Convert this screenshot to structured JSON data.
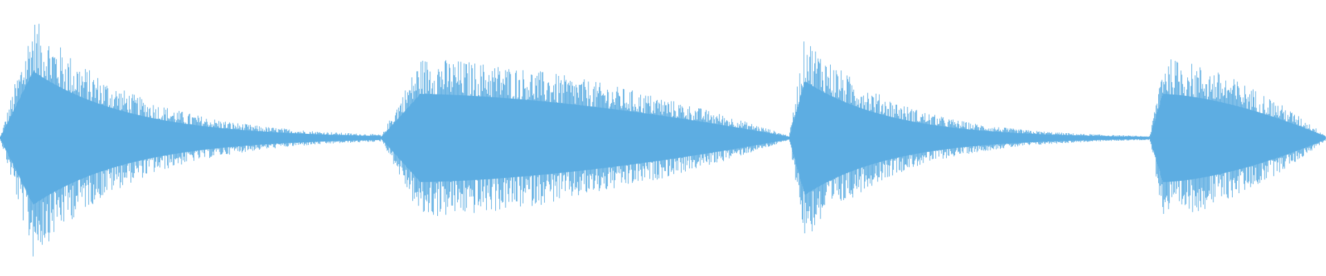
{
  "waveform": {
    "color": "#5DADE2",
    "background": "#FFFFFF",
    "segments": [
      {
        "start": 0.0,
        "end": 0.287,
        "peak": 0.88,
        "attack": 0.025,
        "decay": 1.6,
        "jitter": 0.55
      },
      {
        "start": 0.287,
        "end": 0.595,
        "peak": 0.58,
        "attack": 0.03,
        "decay": 1.0,
        "jitter": 0.5
      },
      {
        "start": 0.595,
        "end": 0.867,
        "peak": 0.75,
        "attack": 0.012,
        "decay": 1.8,
        "jitter": 0.5
      },
      {
        "start": 0.867,
        "end": 1.0,
        "peak": 0.58,
        "attack": 0.01,
        "decay": 0.9,
        "jitter": 0.5
      }
    ],
    "baseline_level": 0.012
  }
}
